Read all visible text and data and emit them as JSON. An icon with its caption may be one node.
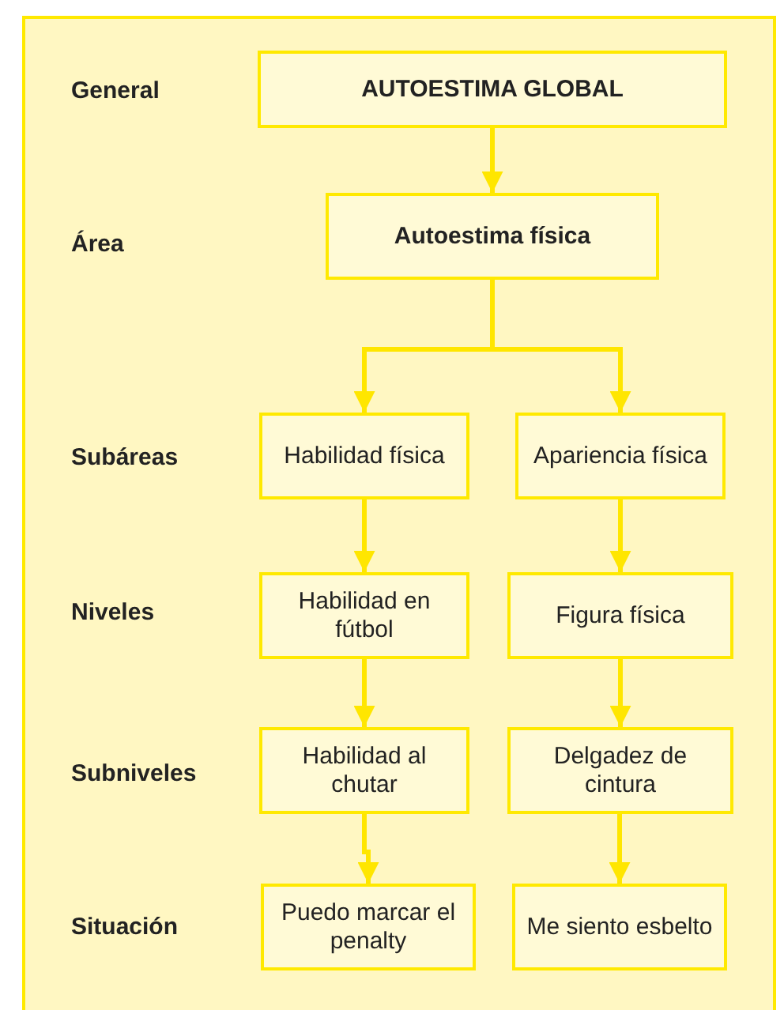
{
  "diagram": {
    "nodes": [
      {
        "text": [
          "AUTOESTIMA GLOBAL"
        ]
      },
      {
        "text": [
          "Autoestima física"
        ]
      },
      {
        "text": [
          "Habilidad física"
        ]
      },
      {
        "text": [
          "Apariencia física"
        ]
      },
      {
        "text": [
          "Habilidad en fútbol"
        ]
      },
      {
        "text": [
          "Figura física"
        ]
      },
      {
        "text": [
          "Habilidad al chutar"
        ]
      },
      {
        "text": [
          "Delgadez de cintura"
        ]
      },
      {
        "text": [
          "Puedo marcar el penalty"
        ]
      },
      {
        "text": [
          "Me siento esbelto"
        ]
      }
    ],
    "edges": [
      {
        "from": 0,
        "to": 1,
        "arrow": "to"
      },
      {
        "from": 1,
        "to": 2,
        "arrow": "to"
      },
      {
        "from": 1,
        "to": 3,
        "arrow": "to"
      },
      {
        "from": 2,
        "to": 4,
        "arrow": "to"
      },
      {
        "from": 4,
        "to": 6,
        "arrow": "to"
      },
      {
        "from": 6,
        "to": 8,
        "arrow": "to"
      },
      {
        "from": 3,
        "to": 5,
        "arrow": "to"
      },
      {
        "from": 5,
        "to": 7,
        "arrow": "to"
      },
      {
        "from": 7,
        "to": 9,
        "arrow": "to"
      }
    ],
    "labels": [
      "General",
      "Área",
      "Subáreas",
      "Niveles",
      "Subniveles",
      "Situación"
    ]
  }
}
